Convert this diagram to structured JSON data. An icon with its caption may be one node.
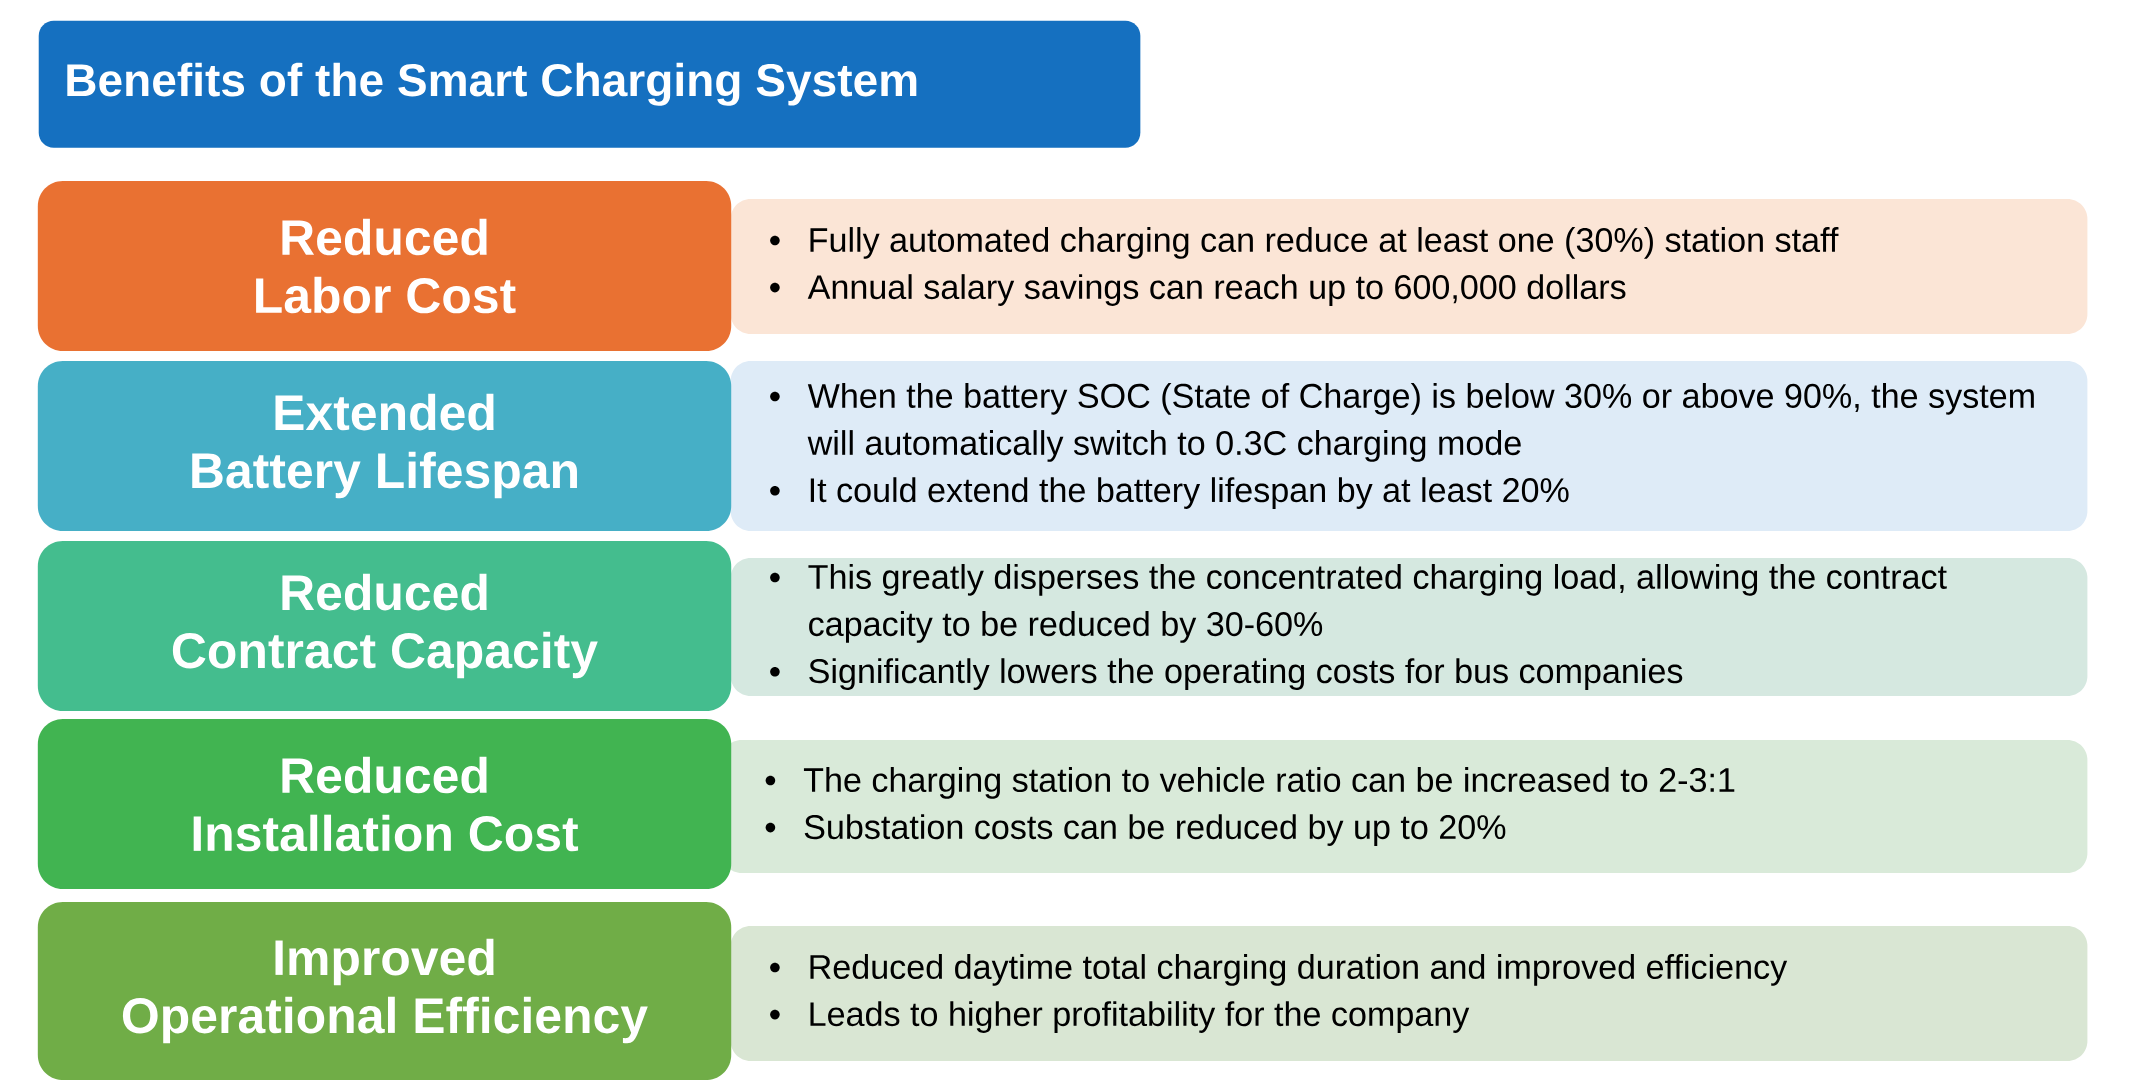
{
  "diagram": {
    "title": "Benefits of the Smart Charging System",
    "nodes": [
      {
        "text": [
          "Reduced Labor Cost"
        ]
      },
      {
        "text": [
          "Fully automated charging can reduce at least one (30%) station staff",
          "Annual salary savings can reach up to 600,000 dollars"
        ]
      },
      {
        "text": [
          "Extended Battery Lifespan"
        ]
      },
      {
        "text": [
          "When the battery SOC (State of Charge) is below 30% or above 90%, the system will automatically switch to 0.3C charging mode",
          "It could extend the battery lifespan by at least 20%"
        ]
      },
      {
        "text": [
          "Reduced Contract Capacity"
        ]
      },
      {
        "text": [
          "This greatly disperses the concentrated charging load, allowing the contract capacity to be reduced by 30-60%",
          "Significantly lowers the operating costs for bus companies"
        ]
      },
      {
        "text": [
          "Reduced Installation Cost"
        ]
      },
      {
        "text": [
          "The charging station to vehicle ratio can be increased to 2-3:1",
          "Substation costs can be reduced by up to 20%"
        ]
      },
      {
        "text": [
          "Improved Operational Efficiency"
        ]
      },
      {
        "text": [
          "Reduced daytime total charging duration and improved efficiency",
          "Leads to higher profitability for the company"
        ]
      }
    ]
  }
}
